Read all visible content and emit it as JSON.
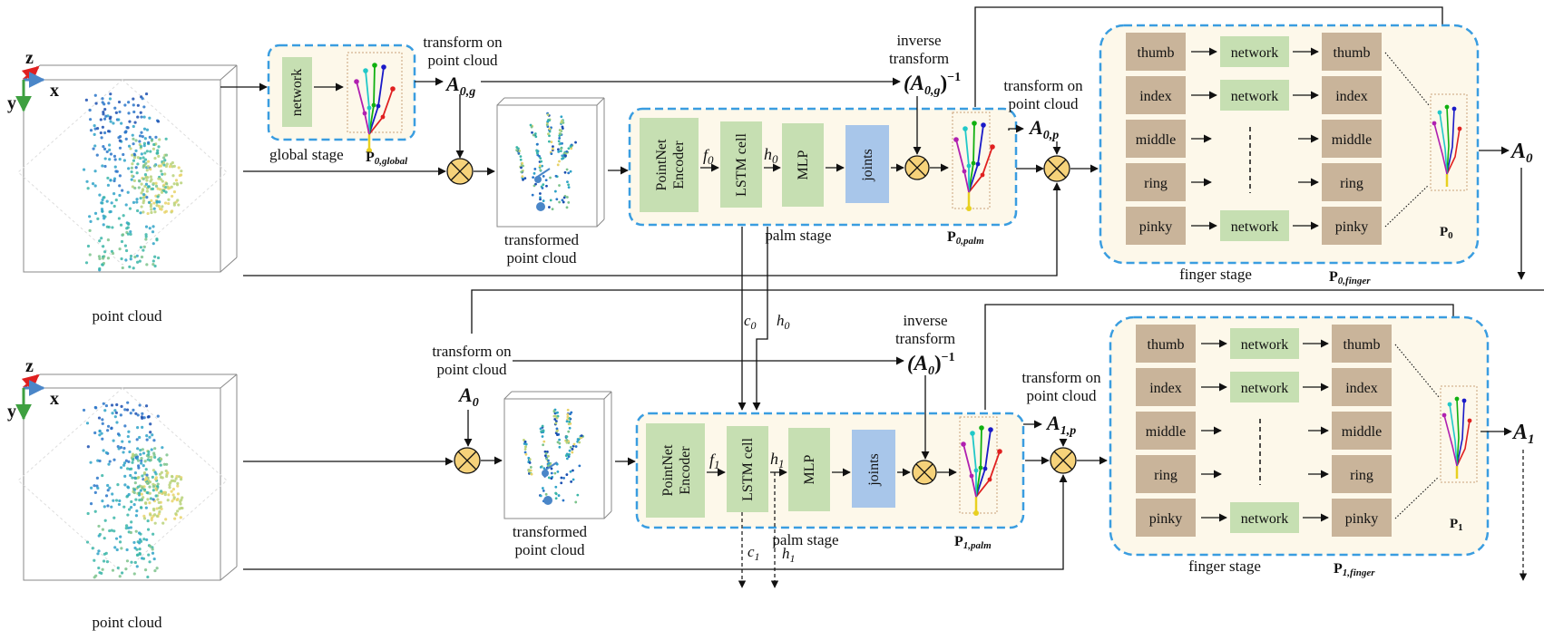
{
  "row0": {
    "cloud_label": "point cloud",
    "axis_z": "z",
    "axis_x": "x",
    "axis_y": "y",
    "global_stage": {
      "network_label": "network",
      "stage_label": "global stage",
      "pose_label": "P",
      "pose_sub": "0,global"
    },
    "transform_on_cloud_1": "transform on",
    "transform_on_cloud_2": "point cloud",
    "A0g": "A",
    "A0g_sub": "0,g",
    "inverse_1": "inverse",
    "inverse_2": "transform",
    "inverse_expr": "(A",
    "inverse_sub": "0,g",
    "inverse_close": ")",
    "inverse_sup": "−1",
    "transformed_1": "transformed",
    "transformed_2": "point cloud",
    "palm_stage": {
      "encoder_1": "PointNet",
      "encoder_2": "Encoder",
      "f_label": "f",
      "f_sub": "0",
      "lstm_label": "LSTM cell",
      "h_label": "h",
      "h_sub": "0",
      "mlp_label": "MLP",
      "joints_label": "joints",
      "stage_label": "palm stage",
      "pose_label": "P",
      "pose_sub": "0,palm"
    },
    "transform_p_1": "transform on",
    "transform_p_2": "point cloud",
    "A0p": "A",
    "A0p_sub": "0,p",
    "finger_stage": {
      "fingers": [
        "thumb",
        "index",
        "middle",
        "ring",
        "pinky"
      ],
      "network_label": "network",
      "stage_label": "finger stage",
      "pose_label": "P",
      "pose_sub": "0,finger",
      "p_label": "P",
      "p_sub": "0"
    },
    "output": "A",
    "output_sub": "0"
  },
  "between": {
    "c_label": "c",
    "c_sub": "0",
    "h_label": "h",
    "h_sub": "0"
  },
  "row1": {
    "cloud_label": "point cloud",
    "axis_z": "z",
    "axis_x": "x",
    "axis_y": "y",
    "transform_on_cloud_1": "transform on",
    "transform_on_cloud_2": "point cloud",
    "A0": "A",
    "A0_sub": "0",
    "inverse_1": "inverse",
    "inverse_2": "transform",
    "inverse_expr": "(A",
    "inverse_sub": "0",
    "inverse_close": ")",
    "inverse_sup": "−1",
    "transformed_1": "transformed",
    "transformed_2": "point cloud",
    "palm_stage": {
      "encoder_1": "PointNet",
      "encoder_2": "Encoder",
      "f_label": "f",
      "f_sub": "1",
      "lstm_label": "LSTM cell",
      "h_label": "h",
      "h_sub": "1",
      "mlp_label": "MLP",
      "joints_label": "joints",
      "stage_label": "palm stage",
      "pose_label": "P",
      "pose_sub": "1,palm",
      "c_out": "c",
      "c_out_sub": "1",
      "h_out": "h",
      "h_out_sub": "1"
    },
    "transform_p_1": "transform on",
    "transform_p_2": "point cloud",
    "A1p": "A",
    "A1p_sub": "1,p",
    "finger_stage": {
      "fingers": [
        "thumb",
        "index",
        "middle",
        "ring",
        "pinky"
      ],
      "network_label": "network",
      "stage_label": "finger stage",
      "pose_label": "P",
      "pose_sub": "1,finger",
      "p_label": "P",
      "p_sub": "1"
    },
    "output": "A",
    "output_sub": "1"
  },
  "colors": {
    "stage_fill": "#fdf8ea",
    "dashed_border": "#3a9de0",
    "green_box": "#c6dfb2",
    "blue_box": "#a8c6ea",
    "tan_box": "#c9b49a",
    "otimes_fill": "#f6d27a"
  }
}
